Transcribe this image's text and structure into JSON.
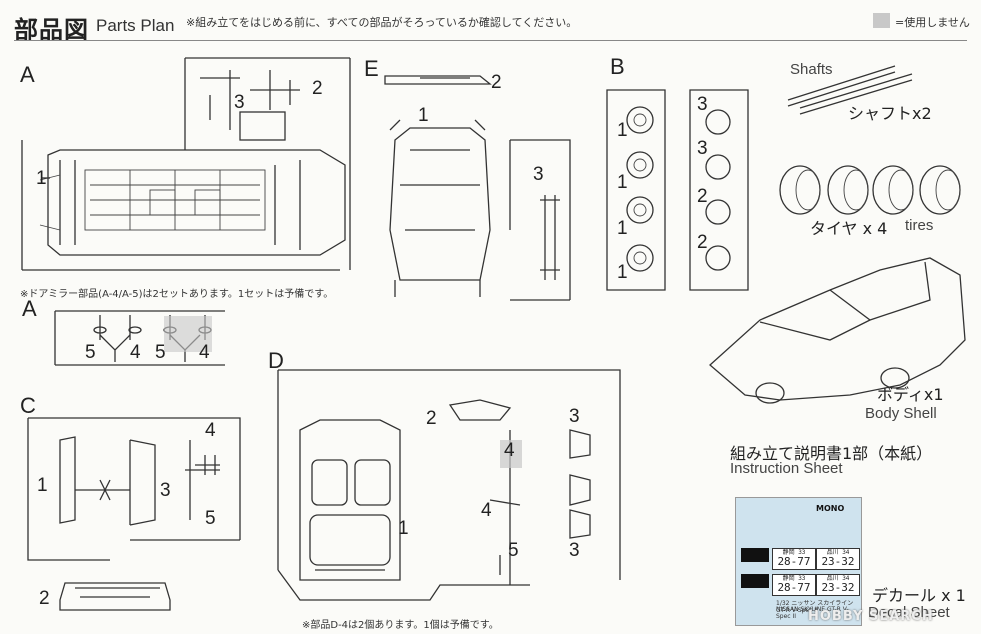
{
  "header": {
    "title": "部品図",
    "subtitle": "Parts Plan",
    "instruction_note": "※組み立てをはじめる前に、すべての部品がそろっているか確認してください。",
    "legend_label": "=使用しません"
  },
  "sections": {
    "a_top": {
      "letter": "A",
      "numbers": {
        "n1": "1",
        "n2": "2",
        "n3": "3"
      }
    },
    "a_note": "※ドアミラー部品(A-4/A-5)は2セットあります。1セットは予備です。",
    "a_mirror": {
      "letter": "A",
      "numbers": {
        "n5a": "5",
        "n4a": "4",
        "n5b": "5",
        "n4b": "4"
      }
    },
    "c": {
      "letter": "C",
      "numbers": {
        "n1": "1",
        "n2": "2",
        "n3": "3",
        "n4": "4",
        "n5": "5"
      }
    },
    "e": {
      "letter": "E",
      "numbers": {
        "n1": "1",
        "n2": "2",
        "n3": "3"
      }
    },
    "d": {
      "letter": "D",
      "numbers": {
        "n1": "1",
        "n2": "2",
        "n3a": "3",
        "n3b": "3",
        "n4a": "4",
        "n4b": "4",
        "n5": "5"
      }
    },
    "d_note": "※部品D-4は2個あります。1個は予備です。",
    "b": {
      "letter": "B",
      "numbers": {
        "l1": "1",
        "l2": "1",
        "l3": "1",
        "l4": "1",
        "r1": "3",
        "r2": "3",
        "r3": "2",
        "r4": "2"
      }
    }
  },
  "shafts": {
    "en": "Shafts",
    "jp": "シャフトx2"
  },
  "tires": {
    "jp": "タイヤ x 4",
    "en": "tires"
  },
  "body": {
    "jp": "ボディx1",
    "en": "Body Shell"
  },
  "instruction_sheet": {
    "jp": "組み立て説明書1部（本紙）",
    "en": "Instruction Sheet"
  },
  "decal": {
    "jp": "デカール x 1",
    "en": "Decal Sheet",
    "brand": "MONO",
    "plate1_top": "静岡 33",
    "plate1_num": "28-77",
    "plate2_top": "品川 34",
    "plate2_num": "23-32",
    "plate3_top": "静岡 33",
    "plate3_num": "28-77",
    "plate4_top": "品川 34",
    "plate4_num": "23-32",
    "caption1": "1/32 ニッサン スカイライン GT-R V-Spec II",
    "caption2": "NISSAN SKYLINE GT-R V-Spec II"
  },
  "watermark": "HOBBY SEARCH"
}
